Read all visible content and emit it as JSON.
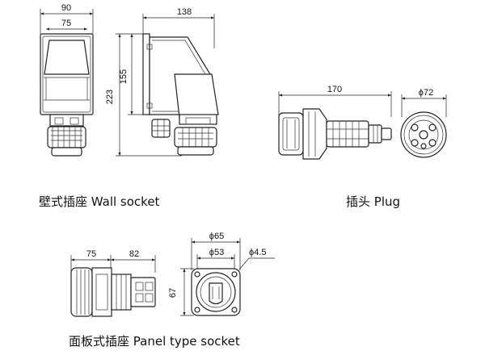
{
  "dimensions": {
    "wall_width_outer": "90",
    "wall_width_inner": "75",
    "wall_depth": "138",
    "wall_height_mid": "155",
    "wall_height_full": "223",
    "plug_length": "170",
    "plug_diameter": "ϕ72",
    "panel_front_len": "75",
    "panel_back_len": "82",
    "panel_height": "67",
    "panel_flange_dia": "ϕ65",
    "panel_body_dia": "ϕ53",
    "panel_hole_dia": "ϕ4.5"
  },
  "captions": {
    "wall_socket": "壁式插座 Wall socket",
    "plug": "插头 Plug",
    "panel_socket": "面板式插座  Panel type socket"
  }
}
